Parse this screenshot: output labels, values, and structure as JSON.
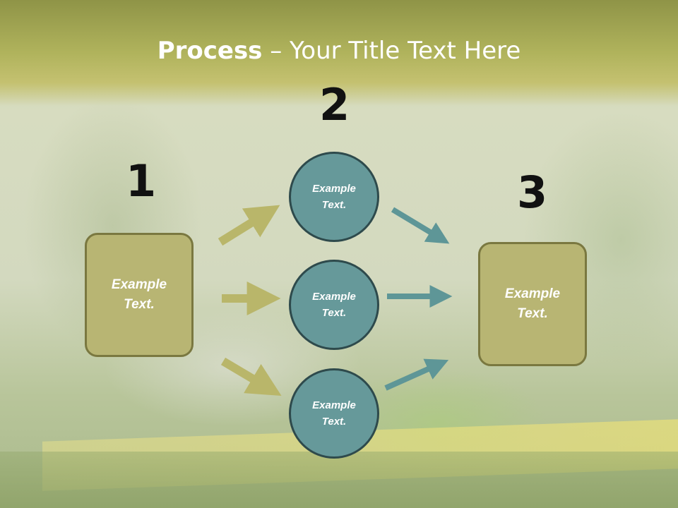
{
  "slide": {
    "title_bold": "Process",
    "title_rest": " – Your Title Text Here"
  },
  "steps": {
    "step1_number": "1",
    "step2_number": "2",
    "step3_number": "3"
  },
  "nodes": {
    "left_box": "Example\nText.",
    "circle_top": "Example\nText.",
    "circle_middle": "Example\nText.",
    "circle_bottom": "Example\nText.",
    "right_box": "Example\nText."
  },
  "colors": {
    "header": "#b0b35c",
    "box_fill": "#b8b573",
    "circle_fill": "#66999a",
    "arrow_left": "#b9b66a",
    "arrow_right": "#5e9697"
  }
}
